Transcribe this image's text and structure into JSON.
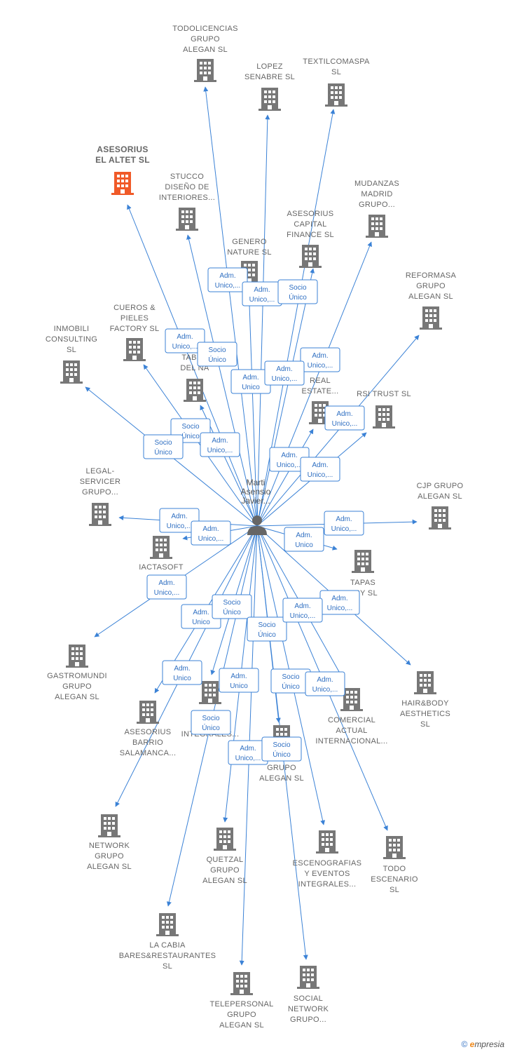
{
  "center": {
    "lines": [
      "Marti",
      "Asensio",
      "Javier..."
    ],
    "icon": "person-icon"
  },
  "colors": {
    "edge": "#3b82d6",
    "building": "#777777",
    "highlight": "#f05a28"
  },
  "nodes": [
    {
      "id": "todolicencias",
      "lines": [
        "TODOLICENCIAS",
        "GRUPO",
        "ALEGAN  SL"
      ]
    },
    {
      "id": "lopez-senabre",
      "lines": [
        "LOPEZ",
        "SENABRE  SL"
      ]
    },
    {
      "id": "textilcomaspa",
      "lines": [
        "TEXTILCOMASPA",
        "SL"
      ]
    },
    {
      "id": "asesorius-altet",
      "lines": [
        "ASESORIUS",
        "EL ALTET  SL"
      ],
      "highlight": true
    },
    {
      "id": "stucco",
      "lines": [
        "STUCCO",
        "DISEÑO DE",
        "INTERIORES..."
      ]
    },
    {
      "id": "mudanzas",
      "lines": [
        "MUDANZAS",
        "MADRID",
        "GRUPO..."
      ]
    },
    {
      "id": "asesorius-capital",
      "lines": [
        "ASESORIUS",
        "CAPITAL",
        "FINANCE  SL"
      ]
    },
    {
      "id": "genero-nature",
      "lines": [
        "GENERO",
        "NATURE SL"
      ]
    },
    {
      "id": "reformasa",
      "lines": [
        "REFORMASA",
        "GRUPO",
        "ALEGAN  SL"
      ]
    },
    {
      "id": "cueros-pieles",
      "lines": [
        "CUEROS &",
        "PIELES",
        "FACTORY  SL"
      ]
    },
    {
      "id": "inmobili",
      "lines": [
        "INMOBILI",
        "CONSULTING",
        "SL"
      ]
    },
    {
      "id": "taberna",
      "lines": [
        "TABER",
        "DEL ÑA"
      ]
    },
    {
      "id": "real-estate",
      "lines": [
        "REAL",
        "ESTATE..."
      ]
    },
    {
      "id": "rsi-trust",
      "lines": [
        "RSI TRUST  SL"
      ]
    },
    {
      "id": "legal-servicer",
      "lines": [
        "LEGAL-",
        "SERVICER",
        "GRUPO..."
      ]
    },
    {
      "id": "cjp-grupo",
      "lines": [
        "CJP GRUPO",
        "ALEGAN  SL"
      ]
    },
    {
      "id": "iactasoft",
      "lines": [
        "IACTASOFT",
        "SO"
      ]
    },
    {
      "id": "tapas",
      "lines": [
        "TAPAS",
        "ORY SL"
      ]
    },
    {
      "id": "gastromundi",
      "lines": [
        "GASTROMUNDI",
        "GRUPO",
        "ALEGAN  SL"
      ]
    },
    {
      "id": "hairbody",
      "lines": [
        "HAIR&BODY",
        "AESTHETICS",
        "SL"
      ]
    },
    {
      "id": "servicios-integrales",
      "lines": [
        "SE",
        "INTEGRALES..."
      ]
    },
    {
      "id": "comercial-actual",
      "lines": [
        "COMERCIAL",
        "ACTUAL",
        "INTERNACIONAL..."
      ]
    },
    {
      "id": "asesorius-barrio",
      "lines": [
        "ASESORIUS",
        "BARRIO",
        "SALAMANCA..."
      ]
    },
    {
      "id": "grupo-alegan-mid",
      "lines": [
        "AS",
        "GRUPO",
        "ALEGAN  SL"
      ]
    },
    {
      "id": "network-grupo",
      "lines": [
        "NETWORK",
        "GRUPO",
        "ALEGAN  SL"
      ]
    },
    {
      "id": "quetzal",
      "lines": [
        "QUETZAL",
        "GRUPO",
        "ALEGAN  SL"
      ]
    },
    {
      "id": "escenografias",
      "lines": [
        "ESCENOGRAFIAS",
        "Y EVENTOS",
        "INTEGRALES..."
      ]
    },
    {
      "id": "todo-escenario",
      "lines": [
        "TODO",
        "ESCENARIO",
        "SL"
      ]
    },
    {
      "id": "la-cabia",
      "lines": [
        "LA CABIA",
        "BARES&RESTAURANTES",
        "SL"
      ]
    },
    {
      "id": "telepersonal",
      "lines": [
        "TELEPERSONAL",
        "GRUPO",
        "ALEGAN  SL"
      ]
    },
    {
      "id": "social-network",
      "lines": [
        "SOCIAL",
        "NETWORK",
        "GRUPO..."
      ]
    }
  ],
  "relations": [
    {
      "lines": [
        "Adm.",
        "Unico,..."
      ]
    },
    {
      "lines": [
        "Adm.",
        "Unico,..."
      ]
    },
    {
      "lines": [
        "Socio",
        "Único"
      ]
    },
    {
      "lines": [
        "Adm.",
        "Unico,..."
      ]
    },
    {
      "lines": [
        "Socio",
        "Único"
      ]
    },
    {
      "lines": [
        "Adm.",
        "Unico,..."
      ]
    },
    {
      "lines": [
        "Adm.",
        "Unico"
      ]
    },
    {
      "lines": [
        "Adm.",
        "Unico,..."
      ]
    },
    {
      "lines": [
        "Socio",
        "Único"
      ]
    },
    {
      "lines": [
        "Socio",
        "Único"
      ]
    },
    {
      "lines": [
        "Adm.",
        "Unico,..."
      ]
    },
    {
      "lines": [
        "Adm.",
        "Unico,..."
      ]
    },
    {
      "lines": [
        "Adm.",
        "Unico,..."
      ]
    },
    {
      "lines": [
        "Adm.",
        "Unico,..."
      ]
    },
    {
      "lines": [
        "Adm.",
        "Unico,..."
      ]
    },
    {
      "lines": [
        "Adm.",
        "Unico,..."
      ]
    },
    {
      "lines": [
        "Adm.",
        "Unico,..."
      ]
    },
    {
      "lines": [
        "Adm.",
        "Unico"
      ]
    },
    {
      "lines": [
        "Adm.",
        "Unico,..."
      ]
    },
    {
      "lines": [
        "Adm.",
        "Unico"
      ]
    },
    {
      "lines": [
        "Socio",
        "Único"
      ]
    },
    {
      "lines": [
        "Socio",
        "Único"
      ]
    },
    {
      "lines": [
        "Adm.",
        "Unico,..."
      ]
    },
    {
      "lines": [
        "Adm.",
        "Unico,..."
      ]
    },
    {
      "lines": [
        "Adm.",
        "Unico"
      ]
    },
    {
      "lines": [
        "Adm.",
        "Unico"
      ]
    },
    {
      "lines": [
        "Socio",
        "Único"
      ]
    },
    {
      "lines": [
        "Adm.",
        "Unico,..."
      ]
    },
    {
      "lines": [
        "Socio",
        "Único"
      ]
    },
    {
      "lines": [
        "Adm.",
        "Unico,..."
      ]
    },
    {
      "lines": [
        "Socio",
        "Único"
      ]
    }
  ],
  "footer": {
    "copyright": "©",
    "brand_initial": "e",
    "brand_rest": "mpresia"
  }
}
